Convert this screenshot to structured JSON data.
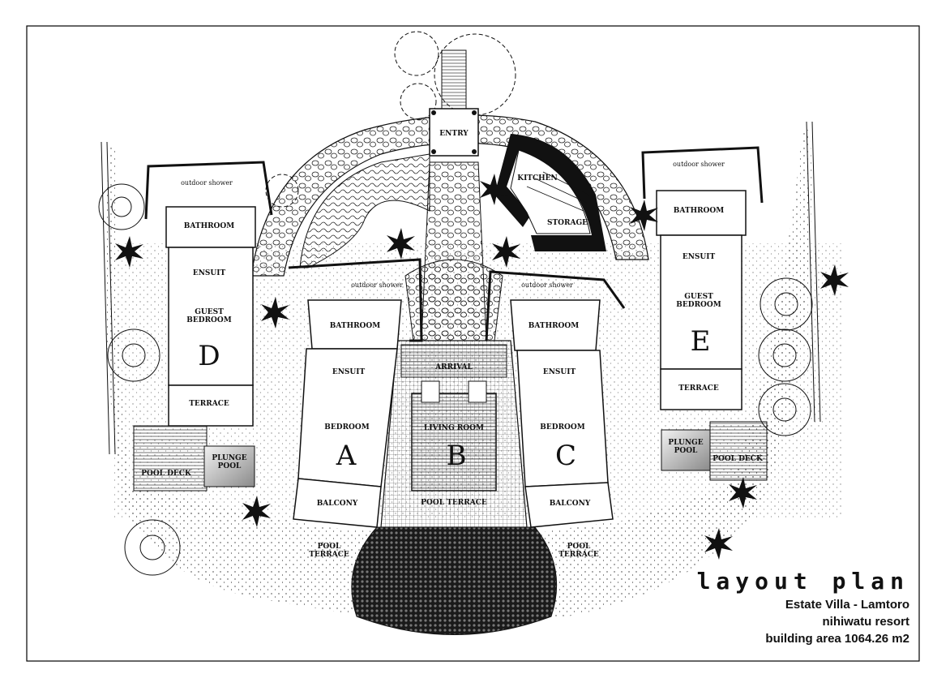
{
  "title": {
    "heading": "layout plan",
    "line1": "Estate Villa - Lamtoro",
    "line2": "nihiwatu resort",
    "line3": "building area 1064.26 m2"
  },
  "labels": {
    "entry": "ENTRY",
    "kitchen": "KITCHEN",
    "storage": "STORAGE",
    "arrival": "ARRIVAL",
    "living_room": "LIVING ROOM",
    "pool_terrace_center": "POOL TERRACE",
    "pool_terrace_left": "POOL\nTERRACE",
    "pool_terrace_right": "POOL\nTERRACE",
    "pool_deck_left": "POOL DECK",
    "pool_deck_right": "POOL DECK",
    "plunge_pool_left": "PLUNGE\nPOOL",
    "plunge_pool_right": "PLUNGE\nPOOL"
  },
  "villas": {
    "a": {
      "letter": "A",
      "outdoor_shower": "outdoor shower",
      "bathroom": "BATHROOM",
      "ensuit": "ENSUIT",
      "bedroom": "BEDROOM",
      "balcony": "BALCONY"
    },
    "b": {
      "letter": "B"
    },
    "c": {
      "letter": "C",
      "outdoor_shower": "outdoor shower",
      "bathroom": "BATHROOM",
      "ensuit": "ENSUIT",
      "bedroom": "BEDROOM",
      "balcony": "BALCONY"
    },
    "d": {
      "letter": "D",
      "outdoor_shower": "outdoor shower",
      "bathroom": "BATHROOM",
      "ensuit": "ENSUIT",
      "bedroom": "GUEST\nBEDROOM",
      "terrace": "TERRACE"
    },
    "e": {
      "letter": "E",
      "outdoor_shower": "outdoor shower",
      "bathroom": "BATHROOM",
      "ensuit": "ENSUIT",
      "bedroom": "GUEST\nBEDROOM",
      "terrace": "TERRACE"
    }
  }
}
